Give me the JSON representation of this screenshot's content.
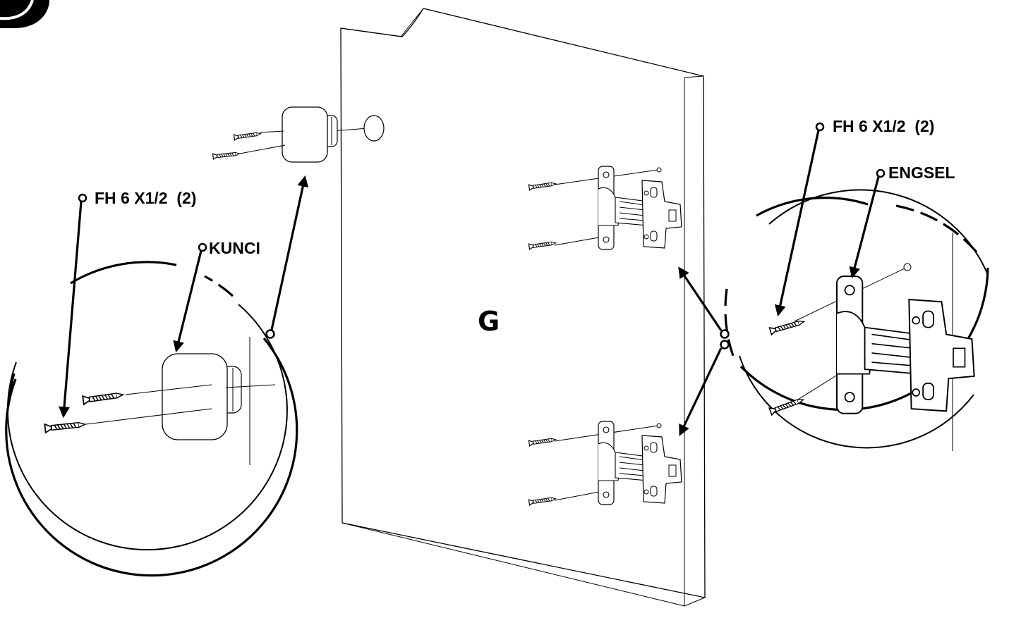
{
  "labels": {
    "left_screw": "FH 6 X1/2  (2)",
    "lock": "KUNCI",
    "right_screw": "FH 6 X1/2  (2)",
    "hinge": "ENGSEL",
    "panel": "G"
  },
  "colors": {
    "line": "#000000",
    "panel_fill": "#ffffff",
    "background": "#ffffff"
  }
}
